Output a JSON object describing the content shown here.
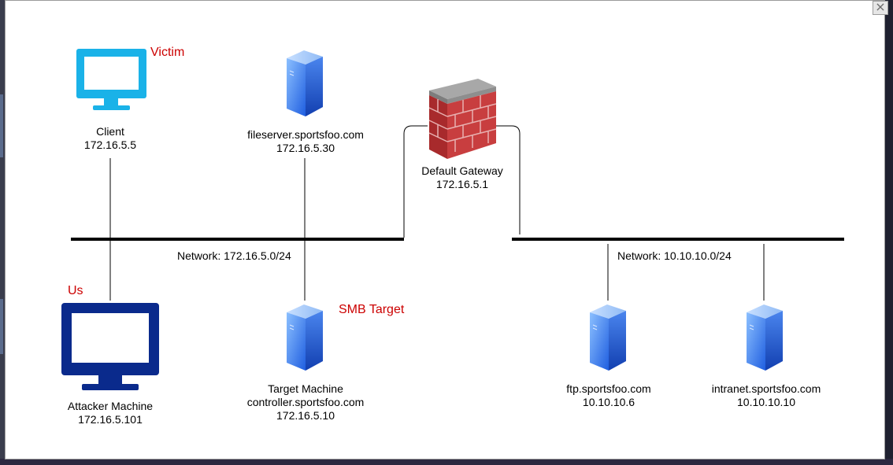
{
  "modal": {
    "close_label": "×"
  },
  "annotations": {
    "victim": "Victim",
    "us": "Us",
    "smb_target": "SMB Target"
  },
  "nodes": {
    "client": {
      "name": "Client",
      "ip": "172.16.5.5"
    },
    "fileserver": {
      "name": "fileserver.sportsfoo.com",
      "ip": "172.16.5.30"
    },
    "gateway": {
      "name": "Default Gateway",
      "ip": "172.16.5.1"
    },
    "attacker": {
      "name": "Attacker Machine",
      "ip": "172.16.5.101"
    },
    "target": {
      "name": "Target Machine",
      "host": "controller.sportsfoo.com",
      "ip": "172.16.5.10"
    },
    "ftp": {
      "name": "ftp.sportsfoo.com",
      "ip": "10.10.10.6"
    },
    "intranet": {
      "name": "intranet.sportsfoo.com",
      "ip": "10.10.10.10"
    }
  },
  "networks": {
    "left": "Network: 172.16.5.0/24",
    "right": "Network: 10.10.10.0/24"
  },
  "colors": {
    "victim_monitor": "#1ab2e8",
    "attacker_monitor": "#0a2a8c",
    "annotation": "#cc0000",
    "server_light": "#6fa8f0",
    "server_dark": "#1d4fd6",
    "firewall_brick": "#c0393b",
    "firewall_cap": "#9a9a9a"
  }
}
